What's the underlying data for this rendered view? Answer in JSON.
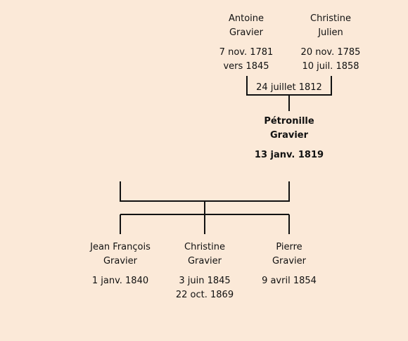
{
  "parents": {
    "father": {
      "first_name": "Antoine",
      "last_name": "Gravier",
      "birth": "7 nov. 1781",
      "death": "vers 1845"
    },
    "mother": {
      "first_name": "Christine",
      "last_name": "Julien",
      "birth": "20 nov. 1785",
      "death": "10 juil. 1858"
    },
    "marriage_date": "24 juillet 1812"
  },
  "subject": {
    "first_name": "Pétronille",
    "last_name": "Gravier",
    "birth": "13 janv. 1819"
  },
  "children": [
    {
      "first_name": "Jean François",
      "last_name": "Gravier",
      "birth": "1 janv. 1840",
      "death": ""
    },
    {
      "first_name": "Christine",
      "last_name": "Gravier",
      "birth": "3 juin 1845",
      "death": "22 oct. 1869"
    },
    {
      "first_name": "Pierre",
      "last_name": "Gravier",
      "birth": "9 avril 1854",
      "death": ""
    }
  ],
  "colors": {
    "background": "#fbe9d8",
    "line": "#111111",
    "text": "#111111"
  }
}
